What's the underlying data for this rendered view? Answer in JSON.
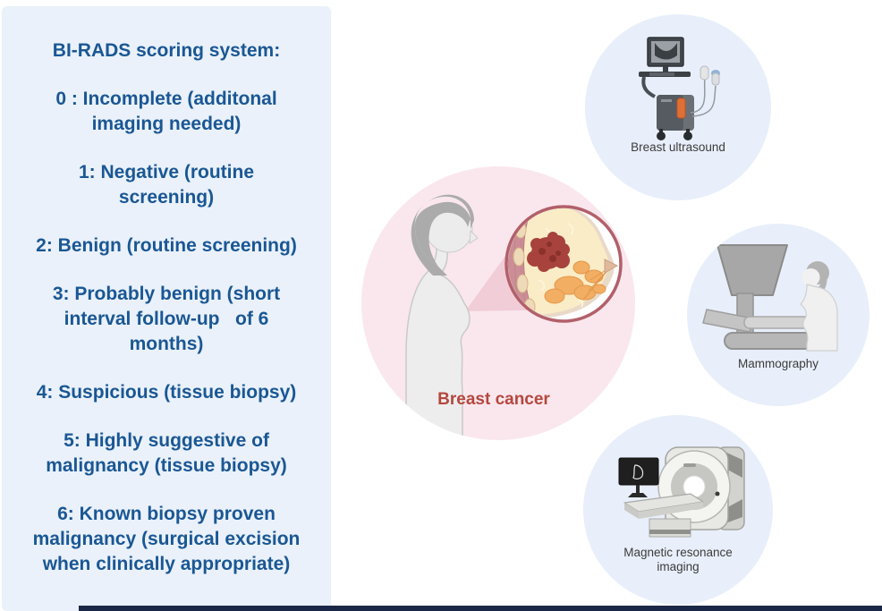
{
  "figure": {
    "panel": {
      "title": "BI-RADS scoring system:",
      "items": [
        "0 : Incomplete (additonal\nimaging needed)",
        "1: Negative (routine\nscreening)",
        "2: Benign (routine screening)",
        "3: Probably benign (short\ninterval follow-up   of 6\nmonths)",
        "4: Suspicious (tissue biopsy)",
        "5: Highly suggestive of\nmalignancy (tissue biopsy)",
        "6: Known biopsy proven\nmalignancy (surgical excision\nwhen clinically appropriate)"
      ]
    },
    "center": {
      "label": "Breast cancer"
    },
    "modalities": {
      "ultrasound": {
        "label": "Breast ultrasound"
      },
      "mammography": {
        "label": "Mammography"
      },
      "mri": {
        "label": "Magnetic resonance\nimaging"
      }
    },
    "colors": {
      "panel_bg": "#EAF1FA",
      "panel_text": "#1A5794",
      "center_circle": "#FAE7EE",
      "center_label": "#B5473E",
      "modality_circle": "#E8EFFA",
      "modality_label": "#3B3B3B",
      "tumor": "#A8423C",
      "bottom_bar": "#1B2746"
    }
  }
}
